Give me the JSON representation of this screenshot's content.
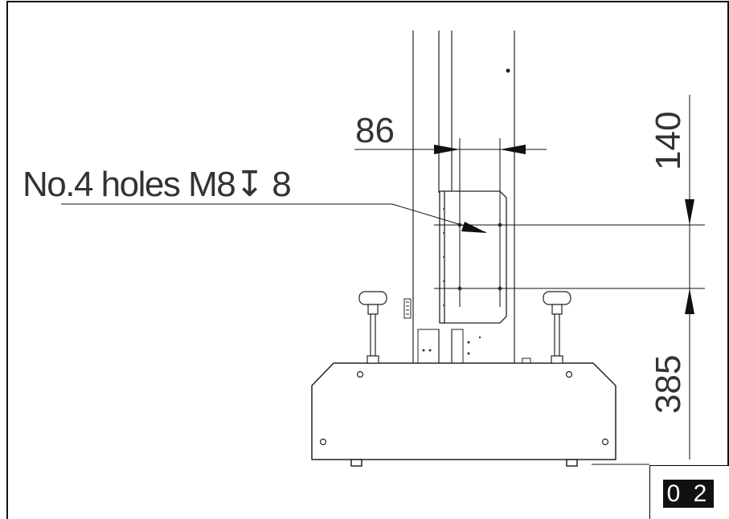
{
  "drawing": {
    "dimensions": {
      "width": "86",
      "height_top": "140",
      "height_bottom": "385"
    },
    "holes_callout": "No.4 holes M8↧ 8",
    "page_number": "0 2",
    "colors": {
      "line": "#111111",
      "text": "#333333",
      "badge": "#111111"
    }
  }
}
